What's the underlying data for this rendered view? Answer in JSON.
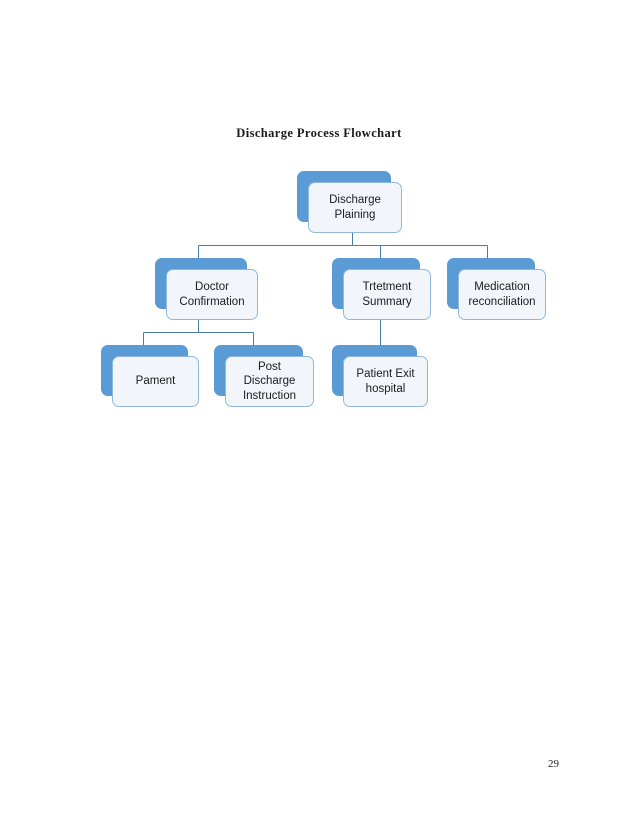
{
  "document": {
    "title": "Discharge Process Flowchart",
    "page_number": "29"
  },
  "colors": {
    "node_shadow": "#5B9BD5",
    "node_fill": "#F2F6FB",
    "node_border": "#8FB8DC",
    "connector": "#4A7EA8",
    "text": "#1b1b1b",
    "page_background": "#ffffff"
  },
  "chart_data": {
    "type": "diagram",
    "title": "Discharge Process Flowchart",
    "orientation": "top-down",
    "levels": 3,
    "nodes": [
      {
        "id": "discharge-plaining",
        "label": "Discharge\nPlaining",
        "level": 1,
        "parent": null
      },
      {
        "id": "doctor-confirmation",
        "label": "Doctor\nConfirmation",
        "level": 2,
        "parent": "discharge-plaining"
      },
      {
        "id": "trtetment-summary",
        "label": "Trtetment\nSummary",
        "level": 2,
        "parent": "discharge-plaining"
      },
      {
        "id": "medication-reconciliation",
        "label": "Medication\nreconciliation",
        "level": 2,
        "parent": "discharge-plaining"
      },
      {
        "id": "pament",
        "label": "Pament",
        "level": 3,
        "parent": "doctor-confirmation"
      },
      {
        "id": "post-discharge-instruction",
        "label": "Post Discharge\nInstruction",
        "level": 3,
        "parent": "doctor-confirmation"
      },
      {
        "id": "patient-exit-hospital",
        "label": "Patient Exit\nhospital",
        "level": 3,
        "parent": "trtetment-summary"
      }
    ],
    "edges": [
      {
        "from": "discharge-plaining",
        "to": "doctor-confirmation"
      },
      {
        "from": "discharge-plaining",
        "to": "trtetment-summary"
      },
      {
        "from": "discharge-plaining",
        "to": "medication-reconciliation"
      },
      {
        "from": "doctor-confirmation",
        "to": "pament"
      },
      {
        "from": "doctor-confirmation",
        "to": "post-discharge-instruction"
      },
      {
        "from": "trtetment-summary",
        "to": "patient-exit-hospital"
      }
    ]
  }
}
